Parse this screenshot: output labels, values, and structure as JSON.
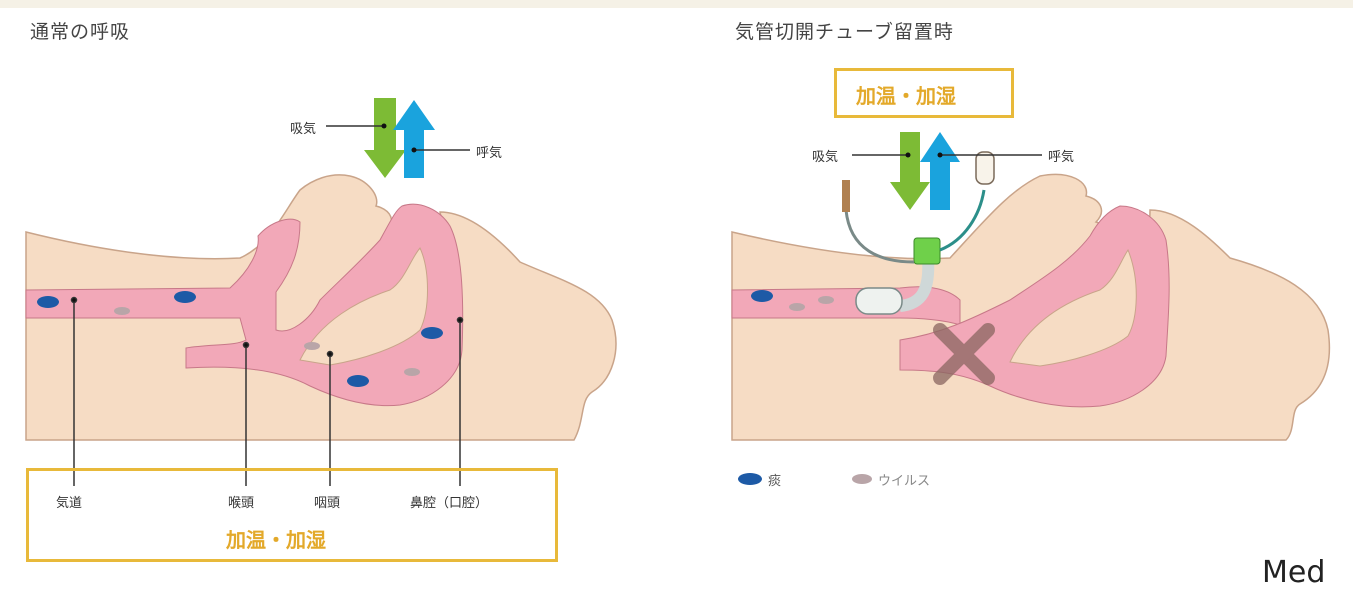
{
  "left": {
    "title": "通常の呼吸",
    "inhale": "吸気",
    "exhale": "呼気",
    "parts": [
      "気道",
      "喉頭",
      "咽頭",
      "鼻腔（口腔）"
    ],
    "humidify": "加温・加湿"
  },
  "right": {
    "title": "気管切開チューブ留置時",
    "humidify": "加温・加湿",
    "inhale": "吸気",
    "exhale": "呼気"
  },
  "legend": {
    "phlegm": "痰",
    "virus": "ウイルス"
  },
  "corner_text": "Med",
  "colors": {
    "skin": "#f6dcc4",
    "skin_outline": "#c9a48a",
    "airway": "#f2a8b8",
    "inhale_arrow": "#7dbb35",
    "exhale_arrow": "#1aa3dd",
    "phlegm": "#1d5aa6",
    "virus": "#b9a5a8",
    "gold": "#e3a92a"
  }
}
